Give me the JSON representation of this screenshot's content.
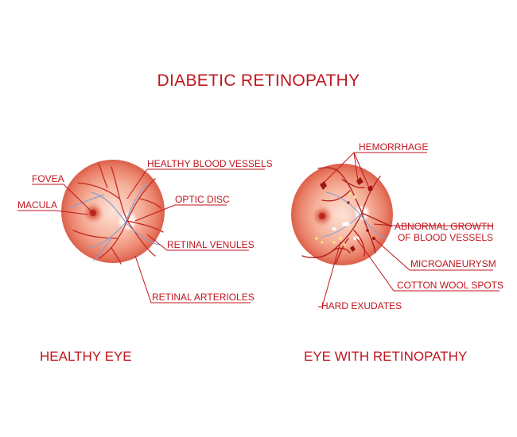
{
  "title": "DIABETIC RETINOPATHY",
  "healthy": {
    "caption": "HEALTHY EYE",
    "labels": {
      "fovea": "FOVEA",
      "macula": "MACULA",
      "blood_vessels": "HEALTHY BLOOD VESSELS",
      "optic_disc": "OPTIC DISC",
      "venules": "RETINAL VENULES",
      "arterioles": "RETINAL ARTERIOLES"
    }
  },
  "retinopathy": {
    "caption": "EYE WITH RETINOPATHY",
    "labels": {
      "hemorrhage": "HEMORRHAGE",
      "abnormal_growth_line1": "ABNORMAL GROWTH",
      "abnormal_growth_line2": "OF BLOOD VESSELS",
      "microaneurysm": "MICROANEURYSM",
      "cotton_wool": "COTTON WOOL SPOTS",
      "hard_exudates": "HARD EXUDATES"
    }
  },
  "colors": {
    "accent": "#c0161e",
    "retina_center": "#fbd6c8",
    "retina_edge": "#e06a55",
    "vessel_red": "#c62a25",
    "vessel_blue": "#8a9fd0",
    "exudate": "#f6e27a"
  }
}
